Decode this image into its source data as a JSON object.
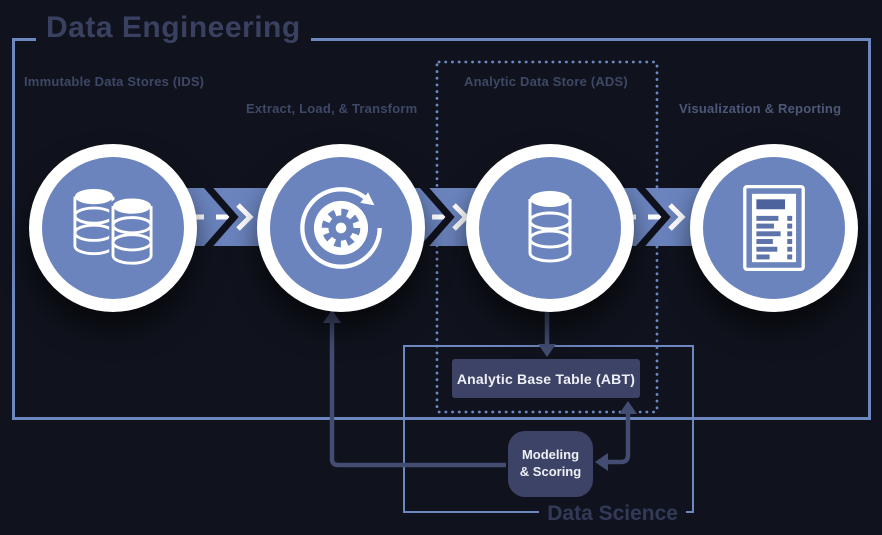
{
  "title": "Data Engineering",
  "stages": [
    {
      "label": "Immutable Data Stores (IDS)",
      "icon": "dual-database-icon"
    },
    {
      "label": "Extract, Load, & Transform",
      "icon": "elt-cycle-gear-icon"
    },
    {
      "label": "Analytic Data Store (ADS)",
      "icon": "database-icon"
    },
    {
      "label": "Visualization & Reporting",
      "icon": "report-icon"
    }
  ],
  "abt": {
    "label": "Analytic Base Table (ABT)"
  },
  "modeling": {
    "line1": "Modeling",
    "line2": "& Scoring"
  },
  "data_science": {
    "label": "Data Science"
  },
  "colors": {
    "background": "#10131d",
    "accent_blue": "#6b84be",
    "border_blue": "#6d88c1",
    "muted_arrow": "#434d72",
    "box_fill": "#3c4366",
    "title_text": "#3a4160",
    "label_text": "#3e4866",
    "data_science_text": "#333a58",
    "white": "#ffffff"
  }
}
